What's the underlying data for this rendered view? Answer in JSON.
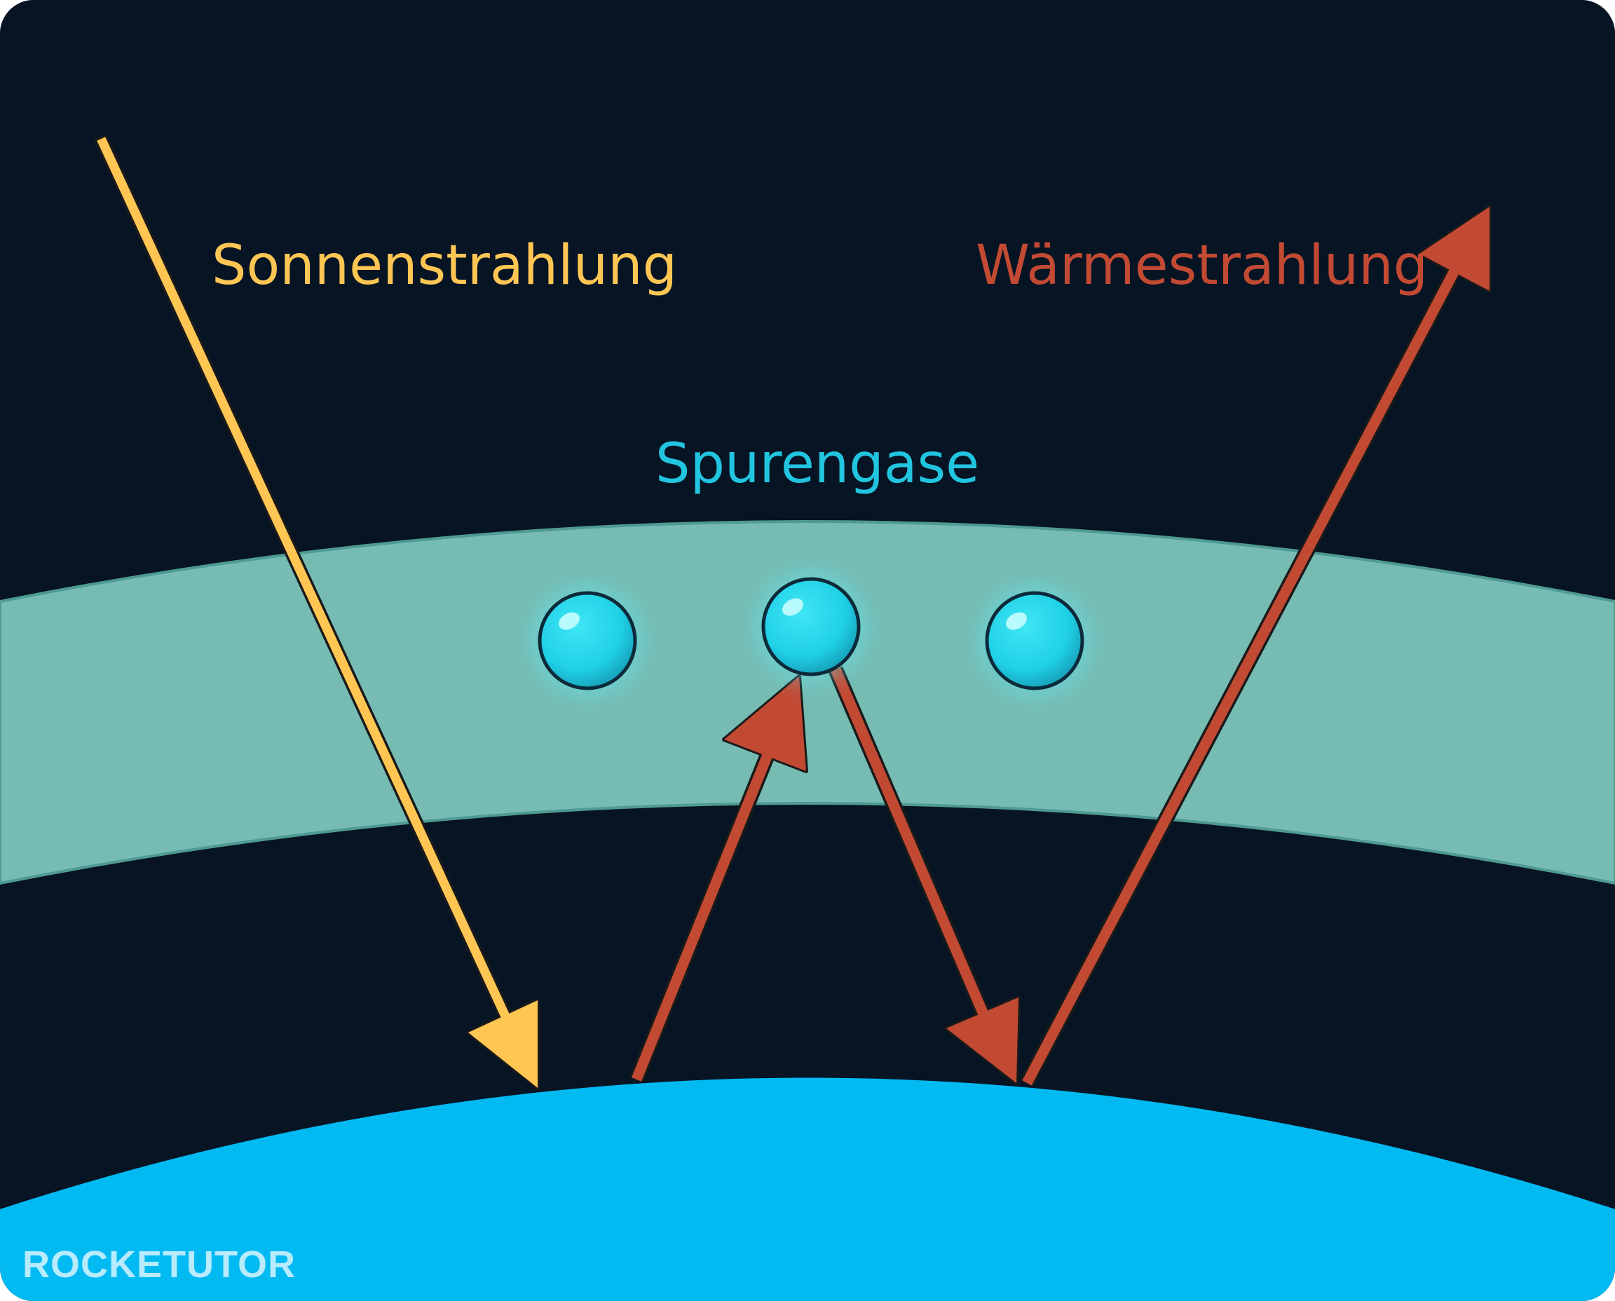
{
  "labels": {
    "solar": "Sonnenstrahlung",
    "heat": "Wärmestrahlung",
    "gases": "Spurengase"
  },
  "logo": {
    "text": "ROCKETUTOR"
  },
  "colors": {
    "background": "#061424",
    "solar": "#FFC653",
    "heat": "#C24A33",
    "gas_band": "#76BCB3",
    "molecule": "#22D3E8",
    "earth": "#02BAF2"
  }
}
